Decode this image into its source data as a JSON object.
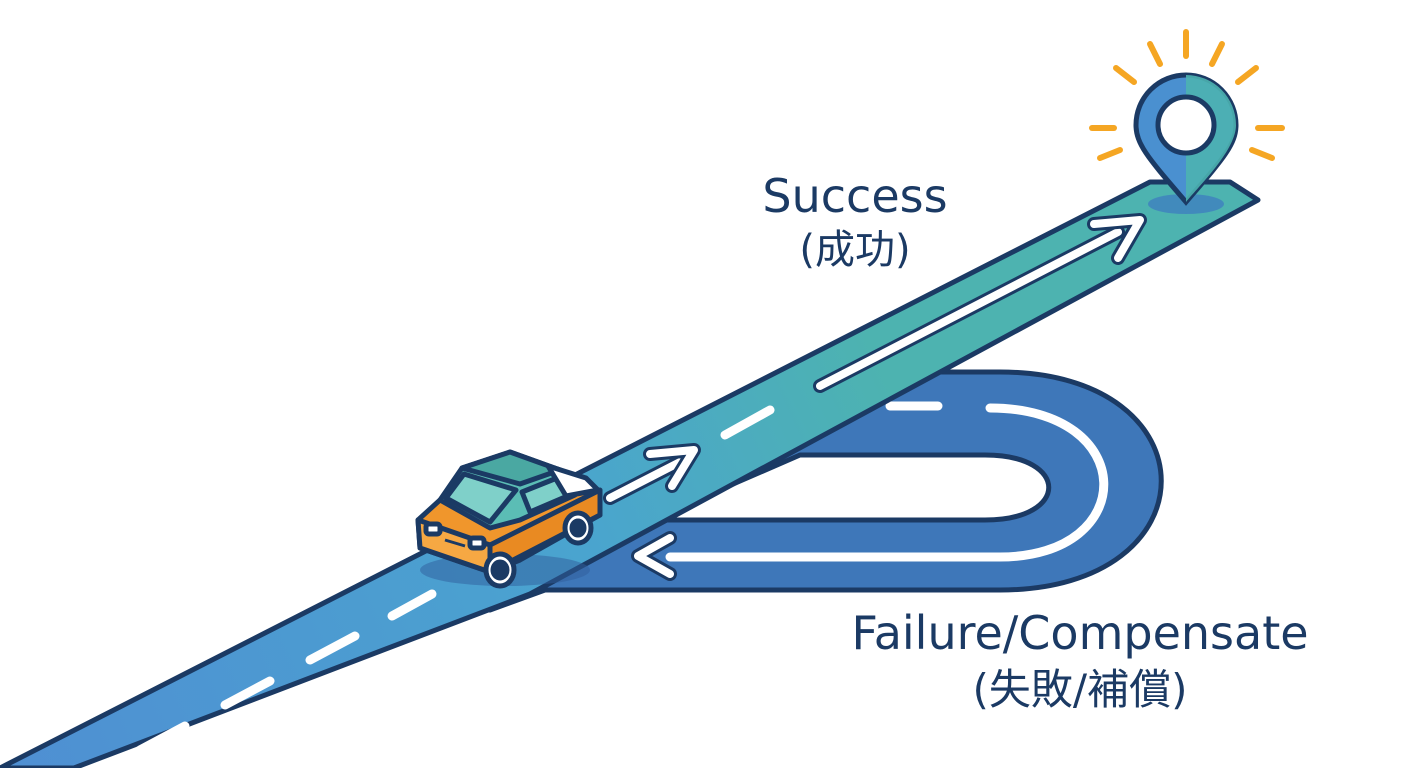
{
  "labels": {
    "success": {
      "en": "Success",
      "jp": "(成功)"
    },
    "failure": {
      "en": "Failure/Compensate",
      "jp": "(失敗/補償)"
    }
  },
  "icons": {
    "destination": "location-pin-icon",
    "vehicle": "car-icon",
    "forward": "arrow-right-icon",
    "back": "arrow-left-icon"
  },
  "colors": {
    "outline": "#1b3a64",
    "main_road": "#4f9bd6",
    "success_road": "#4db3b0",
    "loop_road": "#3e77b9",
    "car_body": "#f0962c",
    "car_roof": "#5bbdb5",
    "sun_rays": "#f5a623",
    "text": "#1b3a64"
  }
}
